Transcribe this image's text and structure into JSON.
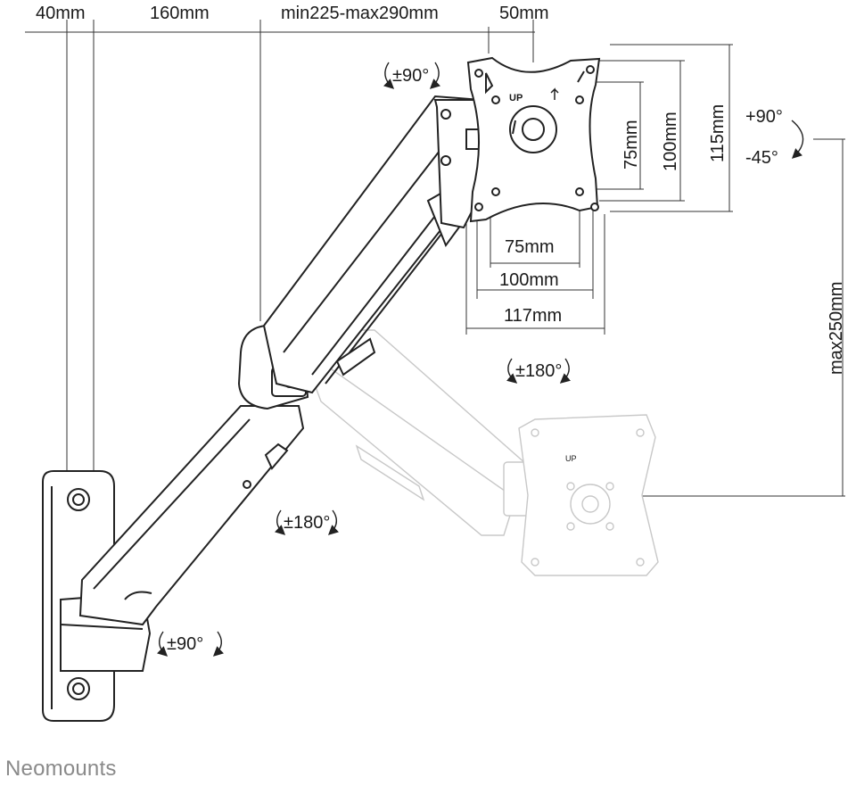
{
  "dimensions": {
    "wall_offset": "40mm",
    "arm_length": "160mm",
    "extension_range": "min225-max290mm",
    "plate_offset": "50mm",
    "vesa_inner_h": "75mm",
    "vesa_outer_h": "100mm",
    "plate_height": "115mm",
    "vesa_inner_w": "75mm",
    "vesa_outer_w": "100mm",
    "plate_width": "117mm",
    "height_adjust": "max250mm"
  },
  "rotations": {
    "tilt_up": "+90°",
    "tilt_down": "-45°",
    "swivel_head": "±90°",
    "rotate_plate": "±180°",
    "swivel_elbow": "±180°",
    "swivel_base": "±90°"
  },
  "plate_label": "UP",
  "brand": "Neomounts"
}
